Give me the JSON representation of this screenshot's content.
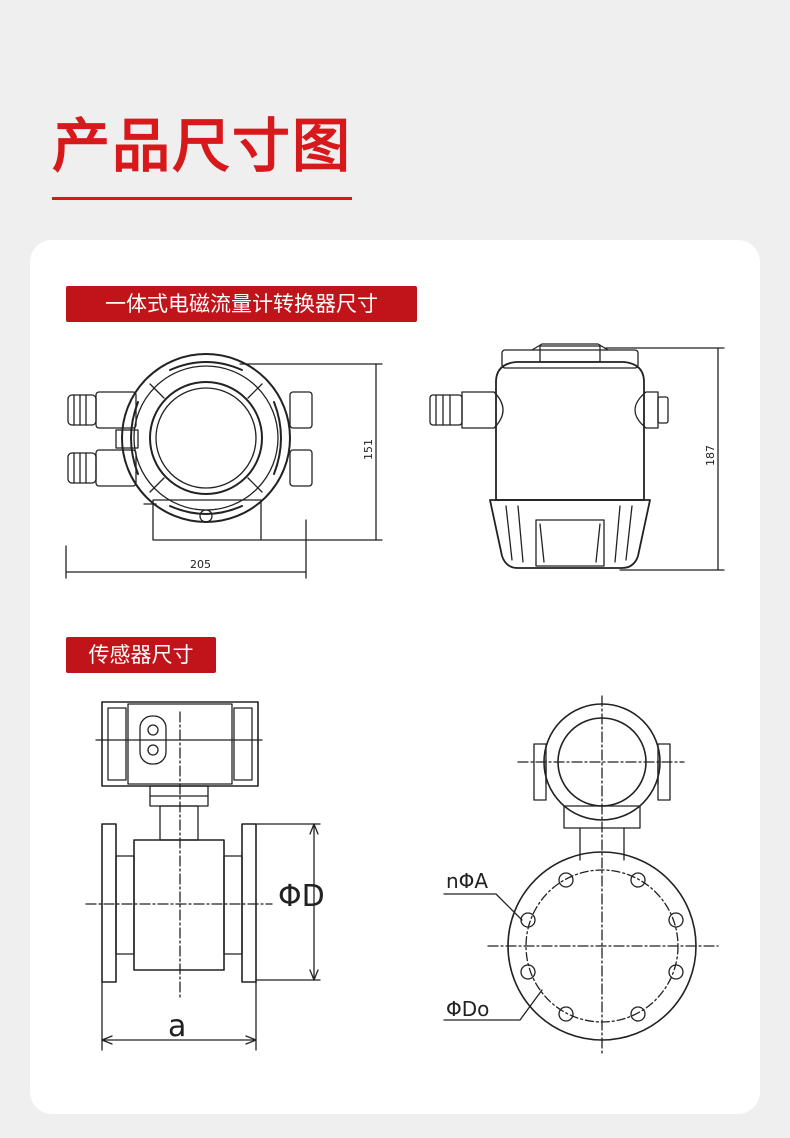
{
  "header": {
    "title": "产品尺寸图"
  },
  "sections": {
    "converter": {
      "label": "一体式电磁流量计转换器尺寸",
      "dimensions": {
        "width": "205",
        "height": "151",
        "depth_height": "187"
      }
    },
    "sensor": {
      "label": "传感器尺寸",
      "labels": {
        "diameter": "ΦD",
        "length": "a",
        "holes": "nΦA",
        "bolt_circle": "ΦDo"
      }
    }
  },
  "colors": {
    "accent": "#d7191b",
    "tag_bg": "#c0141a",
    "background": "#efefef",
    "card": "#ffffff"
  }
}
